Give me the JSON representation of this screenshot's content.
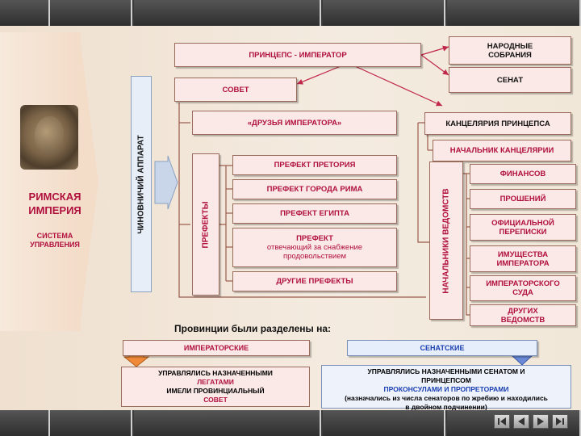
{
  "left": {
    "title_line1": "РИМСКАЯ",
    "title_line2": "ИМПЕРИЯ",
    "subtitle_line1": "СИСТЕМА",
    "subtitle_line2": "УПРАВЛЕНИЯ"
  },
  "apparat": "ЧИНОВНИЧИЙ АППАРАТ",
  "princeps": "ПРИНЦЕПС - ИМПЕРАТОР",
  "assemblies_line1": "НАРОДНЫЕ",
  "assemblies_line2": "СОБРАНИЯ",
  "senate": "СЕНАТ",
  "council": "СОВЕТ",
  "friends": "«ДРУЗЬЯ ИМПЕРАТОРА»",
  "prefects": {
    "group_label": "ПРЕФЕКТЫ",
    "praetorian": "ПРЕФЕКТ ПРЕТОРИЯ",
    "city": "ПРЕФЕКТ ГОРОДА РИМА",
    "egypt": "ПРЕФЕКТ ЕГИПТА",
    "annona_line1": "ПРЕФЕКТ",
    "annona_line2": "отвечающий за снабжение",
    "annona_line3": "продовольствием",
    "other": "ДРУГИЕ ПРЕФЕКТЫ"
  },
  "chancellery": "КАНЦЕЛЯРИЯ ПРИНЦЕПСА",
  "chancellery_head": "НАЧАЛЬНИК КАНЦЕЛЯРИИ",
  "departments": {
    "group_label": "НАЧАЛЬНИКИ ВЕДОМСТВ",
    "finance": "ФИНАНСОВ",
    "petitions": "ПРОШЕНИЙ",
    "corr_line1": "ОФИЦИАЛЬНОЙ",
    "corr_line2": "ПЕРЕПИСКИ",
    "prop_line1": "ИМУЩЕСТВА",
    "prop_line2": "ИМПЕРАТОРА",
    "court_line1": "ИМПЕРАТОРСКОГО",
    "court_line2": "СУДА",
    "other_line1": "ДРУГИХ",
    "other_line2": "ВЕДОМСТВ"
  },
  "provinces": {
    "title": "Провинции были разделены на:",
    "imperial": "ИМПЕРАТОРСКИЕ",
    "senatorial": "СЕНАТСКИЕ",
    "imperial_note_line1": "УПРАВЛЯЛИСЬ НАЗНАЧЕННЫМИ",
    "imperial_note_line2": "ЛЕГАТАМИ",
    "imperial_note_line3": "ИМЕЛИ ПРОВИНЦИАЛЬНЫЙ",
    "imperial_note_line4": "СОВЕТ",
    "senate_note_line1": "УПРАВЛЯЛИСЬ НАЗНАЧЕННЫМИ СЕНАТОМ И",
    "senate_note_line2": "ПРИНЦЕПСОМ",
    "senate_note_line3": "ПРОКОНСУЛАМИ И ПРОПРЕТОРАМИ",
    "senate_note_line4": "(назначались из числа сенаторов по жребию и находились",
    "senate_note_line5": "в двойном подчинении)"
  },
  "colors": {
    "accent_red": "#b0103e",
    "accent_blue": "#1a3fb0",
    "box_fill": "#fbe9e7",
    "senate_fill": "#e6eefb"
  }
}
